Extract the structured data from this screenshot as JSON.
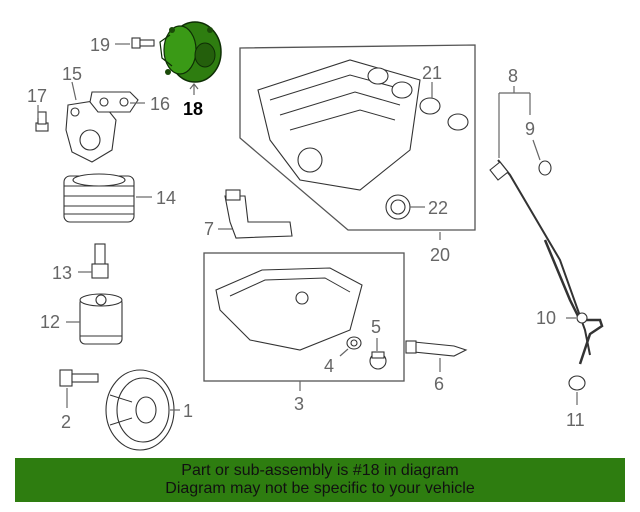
{
  "callouts": [
    {
      "id": "1",
      "text": "1"
    },
    {
      "id": "2",
      "text": "2"
    },
    {
      "id": "3",
      "text": "3"
    },
    {
      "id": "4",
      "text": "4"
    },
    {
      "id": "5",
      "text": "5"
    },
    {
      "id": "6",
      "text": "6"
    },
    {
      "id": "7",
      "text": "7"
    },
    {
      "id": "8",
      "text": "8"
    },
    {
      "id": "9",
      "text": "9"
    },
    {
      "id": "10",
      "text": "10"
    },
    {
      "id": "11",
      "text": "11"
    },
    {
      "id": "12",
      "text": "12"
    },
    {
      "id": "13",
      "text": "13"
    },
    {
      "id": "14",
      "text": "14"
    },
    {
      "id": "15",
      "text": "15"
    },
    {
      "id": "16",
      "text": "16"
    },
    {
      "id": "17",
      "text": "17"
    },
    {
      "id": "18",
      "text": "18"
    },
    {
      "id": "19",
      "text": "19"
    },
    {
      "id": "20",
      "text": "20"
    },
    {
      "id": "21",
      "text": "21"
    },
    {
      "id": "22",
      "text": "22"
    }
  ],
  "highlight": {
    "part": "18",
    "color": "#2e7d10"
  },
  "banner": {
    "line1": "Part or sub-assembly is #18 in diagram",
    "line2": "Diagram may not be specific to your vehicle",
    "color": "#2e7d10"
  }
}
